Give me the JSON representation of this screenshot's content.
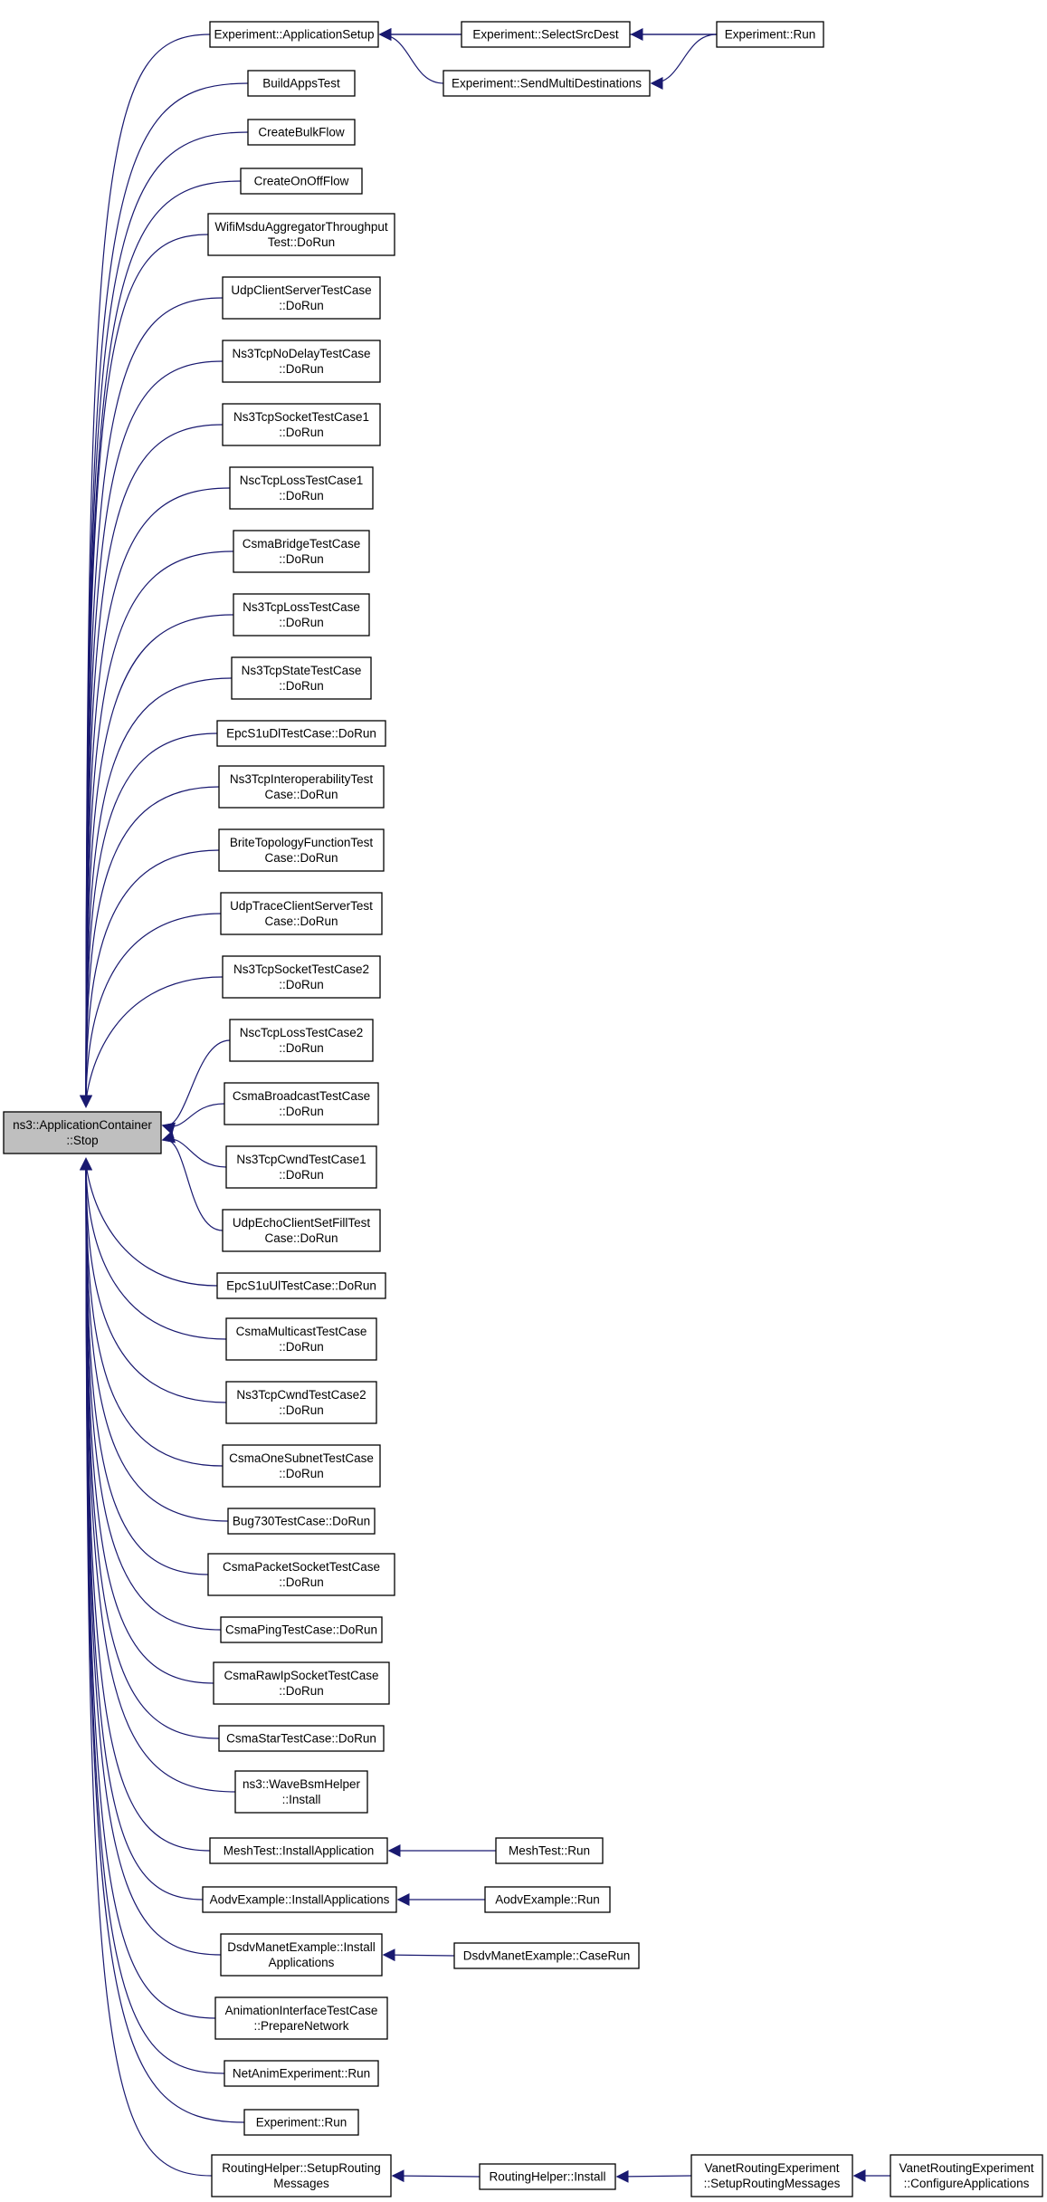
{
  "diagram": {
    "type": "call-graph",
    "edge_color": "#191970",
    "focus_fill": "#bfbfbf",
    "focus_node": "n0",
    "nodes": [
      {
        "id": "n0",
        "lines": [
          "ns3::ApplicationContainer",
          "::Stop"
        ]
      },
      {
        "id": "n1",
        "lines": [
          "Experiment::ApplicationSetup"
        ]
      },
      {
        "id": "n2",
        "lines": [
          "Experiment::SelectSrcDest"
        ]
      },
      {
        "id": "n3",
        "lines": [
          "Experiment::Run"
        ]
      },
      {
        "id": "n4",
        "lines": [
          "Experiment::SendMultiDestinations"
        ]
      },
      {
        "id": "n5",
        "lines": [
          "BuildAppsTest"
        ]
      },
      {
        "id": "n6",
        "lines": [
          "CreateBulkFlow"
        ]
      },
      {
        "id": "n7",
        "lines": [
          "CreateOnOffFlow"
        ]
      },
      {
        "id": "n8",
        "lines": [
          "WifiMsduAggregatorThroughput",
          "Test::DoRun"
        ]
      },
      {
        "id": "n9",
        "lines": [
          "UdpClientServerTestCase",
          "::DoRun"
        ]
      },
      {
        "id": "n10",
        "lines": [
          "Ns3TcpNoDelayTestCase",
          "::DoRun"
        ]
      },
      {
        "id": "n11",
        "lines": [
          "Ns3TcpSocketTestCase1",
          "::DoRun"
        ]
      },
      {
        "id": "n12",
        "lines": [
          "NscTcpLossTestCase1",
          "::DoRun"
        ]
      },
      {
        "id": "n13",
        "lines": [
          "CsmaBridgeTestCase",
          "::DoRun"
        ]
      },
      {
        "id": "n14",
        "lines": [
          "Ns3TcpLossTestCase",
          "::DoRun"
        ]
      },
      {
        "id": "n15",
        "lines": [
          "Ns3TcpStateTestCase",
          "::DoRun"
        ]
      },
      {
        "id": "n16",
        "lines": [
          "EpcS1uDlTestCase::DoRun"
        ]
      },
      {
        "id": "n17",
        "lines": [
          "Ns3TcpInteroperabilityTest",
          "Case::DoRun"
        ]
      },
      {
        "id": "n18",
        "lines": [
          "BriteTopologyFunctionTest",
          "Case::DoRun"
        ]
      },
      {
        "id": "n19",
        "lines": [
          "UdpTraceClientServerTest",
          "Case::DoRun"
        ]
      },
      {
        "id": "n20",
        "lines": [
          "Ns3TcpSocketTestCase2",
          "::DoRun"
        ]
      },
      {
        "id": "n21",
        "lines": [
          "NscTcpLossTestCase2",
          "::DoRun"
        ]
      },
      {
        "id": "n22",
        "lines": [
          "CsmaBroadcastTestCase",
          "::DoRun"
        ]
      },
      {
        "id": "n23",
        "lines": [
          "Ns3TcpCwndTestCase1",
          "::DoRun"
        ]
      },
      {
        "id": "n24",
        "lines": [
          "UdpEchoClientSetFillTest",
          "Case::DoRun"
        ]
      },
      {
        "id": "n25",
        "lines": [
          "EpcS1uUlTestCase::DoRun"
        ]
      },
      {
        "id": "n26",
        "lines": [
          "CsmaMulticastTestCase",
          "::DoRun"
        ]
      },
      {
        "id": "n27",
        "lines": [
          "Ns3TcpCwndTestCase2",
          "::DoRun"
        ]
      },
      {
        "id": "n28",
        "lines": [
          "CsmaOneSubnetTestCase",
          "::DoRun"
        ]
      },
      {
        "id": "n29",
        "lines": [
          "Bug730TestCase::DoRun"
        ]
      },
      {
        "id": "n30",
        "lines": [
          "CsmaPacketSocketTestCase",
          "::DoRun"
        ]
      },
      {
        "id": "n31",
        "lines": [
          "CsmaPingTestCase::DoRun"
        ]
      },
      {
        "id": "n32",
        "lines": [
          "CsmaRawIpSocketTestCase",
          "::DoRun"
        ]
      },
      {
        "id": "n33",
        "lines": [
          "CsmaStarTestCase::DoRun"
        ]
      },
      {
        "id": "n34",
        "lines": [
          "ns3::WaveBsmHelper",
          "::Install"
        ]
      },
      {
        "id": "n35",
        "lines": [
          "MeshTest::InstallApplication"
        ]
      },
      {
        "id": "n36",
        "lines": [
          "MeshTest::Run"
        ]
      },
      {
        "id": "n37",
        "lines": [
          "AodvExample::InstallApplications"
        ]
      },
      {
        "id": "n38",
        "lines": [
          "AodvExample::Run"
        ]
      },
      {
        "id": "n39",
        "lines": [
          "DsdvManetExample::Install",
          "Applications"
        ]
      },
      {
        "id": "n40",
        "lines": [
          "DsdvManetExample::CaseRun"
        ]
      },
      {
        "id": "n41",
        "lines": [
          "AnimationInterfaceTestCase",
          "::PrepareNetwork"
        ]
      },
      {
        "id": "n42",
        "lines": [
          "NetAnimExperiment::Run"
        ]
      },
      {
        "id": "n43",
        "lines": [
          "Experiment::Run"
        ]
      },
      {
        "id": "n44",
        "lines": [
          "RoutingHelper::SetupRouting",
          "Messages"
        ]
      },
      {
        "id": "n45",
        "lines": [
          "RoutingHelper::Install"
        ]
      },
      {
        "id": "n46",
        "lines": [
          "VanetRoutingExperiment",
          "::SetupRoutingMessages"
        ]
      },
      {
        "id": "n47",
        "lines": [
          "VanetRoutingExperiment",
          "::ConfigureApplications"
        ]
      }
    ],
    "edges": [
      [
        "n1",
        "n0"
      ],
      [
        "n5",
        "n0"
      ],
      [
        "n6",
        "n0"
      ],
      [
        "n7",
        "n0"
      ],
      [
        "n8",
        "n0"
      ],
      [
        "n9",
        "n0"
      ],
      [
        "n10",
        "n0"
      ],
      [
        "n11",
        "n0"
      ],
      [
        "n12",
        "n0"
      ],
      [
        "n13",
        "n0"
      ],
      [
        "n14",
        "n0"
      ],
      [
        "n15",
        "n0"
      ],
      [
        "n16",
        "n0"
      ],
      [
        "n17",
        "n0"
      ],
      [
        "n18",
        "n0"
      ],
      [
        "n19",
        "n0"
      ],
      [
        "n20",
        "n0"
      ],
      [
        "n21",
        "n0"
      ],
      [
        "n22",
        "n0"
      ],
      [
        "n23",
        "n0"
      ],
      [
        "n24",
        "n0"
      ],
      [
        "n25",
        "n0"
      ],
      [
        "n26",
        "n0"
      ],
      [
        "n27",
        "n0"
      ],
      [
        "n28",
        "n0"
      ],
      [
        "n29",
        "n0"
      ],
      [
        "n30",
        "n0"
      ],
      [
        "n31",
        "n0"
      ],
      [
        "n32",
        "n0"
      ],
      [
        "n33",
        "n0"
      ],
      [
        "n34",
        "n0"
      ],
      [
        "n35",
        "n0"
      ],
      [
        "n37",
        "n0"
      ],
      [
        "n39",
        "n0"
      ],
      [
        "n41",
        "n0"
      ],
      [
        "n42",
        "n0"
      ],
      [
        "n43",
        "n0"
      ],
      [
        "n44",
        "n0"
      ],
      [
        "n2",
        "n1"
      ],
      [
        "n3",
        "n1"
      ],
      [
        "n4",
        "n1"
      ],
      [
        "n3",
        "n2"
      ],
      [
        "n3",
        "n4"
      ],
      [
        "n36",
        "n35"
      ],
      [
        "n38",
        "n37"
      ],
      [
        "n40",
        "n39"
      ],
      [
        "n45",
        "n44"
      ],
      [
        "n46",
        "n45"
      ],
      [
        "n47",
        "n46"
      ]
    ]
  }
}
